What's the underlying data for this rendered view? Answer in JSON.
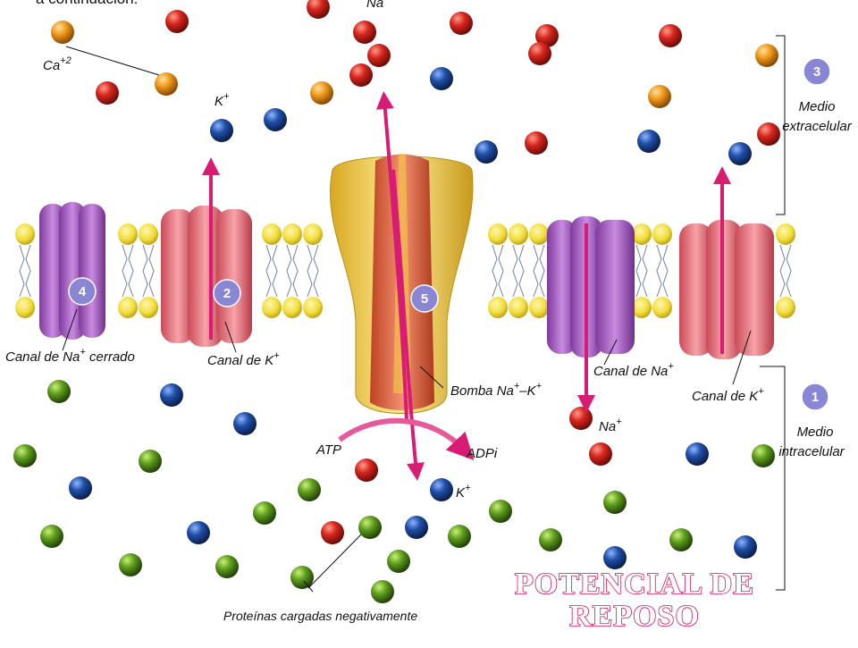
{
  "header_fragment": "a continuación:",
  "labels": {
    "ca": "Ca",
    "ca_sup": "+2",
    "k_top": "K",
    "k_top_sup": "+",
    "na_top": "Na",
    "na_top_sup": "+",
    "na_in": "Na",
    "na_in_sup": "+",
    "k_in": "K",
    "k_in_sup": "+",
    "atp": "ATP",
    "adpi": "ADPi",
    "canal_na_cerrado": [
      "Canal de Na",
      "+",
      " cerrado"
    ],
    "canal_k_1": [
      "Canal de K",
      "+"
    ],
    "bomba": [
      "Bomba Na",
      "+",
      "–K",
      "+"
    ],
    "canal_na": [
      "Canal de Na",
      "+"
    ],
    "canal_k_2": [
      "Canal de K",
      "+"
    ],
    "proteinas": "Proteínas cargadas negativamente"
  },
  "regions": {
    "extracelular": {
      "number": "3",
      "line1": "Medio",
      "line2": "extracelular"
    },
    "intracelular": {
      "number": "1",
      "line1": "Medio",
      "line2": "intracelular"
    }
  },
  "badges": {
    "canal_na_cerrado": "4",
    "canal_k": "2",
    "bomba": "5"
  },
  "caption": {
    "line1": "POTENCIAL DE",
    "line2": "REPOSO"
  },
  "colors": {
    "na_ion": "#d7261e",
    "k_ion": "#1f4fa8",
    "ca_ion": "#f09a1c",
    "protein": "#5f9e1c",
    "lipid_head": "#f2dc3a",
    "arrow": "#d81b73",
    "na_channel": "#a35bc0",
    "k_channel": "#e8727a",
    "pump": "#f3d04a",
    "badge": "#8a86d6",
    "caption_outline": "#d4145a"
  }
}
